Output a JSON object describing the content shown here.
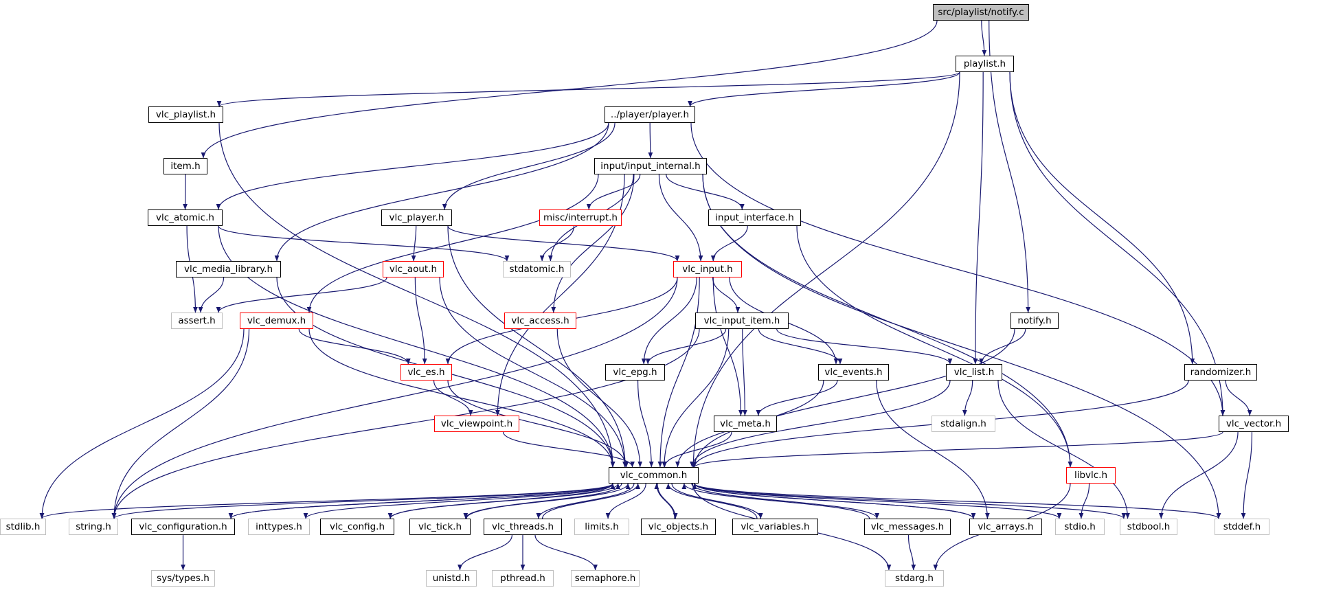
{
  "colors": {
    "edge": "#191970",
    "box_border": "#000000",
    "missing_border": "#ff0000",
    "system_border": "#bfbfbf",
    "root_fill": "#bfbfbf"
  },
  "nodes": [
    {
      "id": "root",
      "label": "src/playlist/notify.c",
      "kind": "root"
    },
    {
      "id": "playlist_h",
      "label": "playlist.h",
      "kind": "black"
    },
    {
      "id": "vlc_playlist_h",
      "label": "vlc_playlist.h",
      "kind": "black"
    },
    {
      "id": "player_h",
      "label": "../player/player.h",
      "kind": "black"
    },
    {
      "id": "item_h",
      "label": "item.h",
      "kind": "black"
    },
    {
      "id": "input_internal_h",
      "label": "input/input_internal.h",
      "kind": "black"
    },
    {
      "id": "vlc_atomic_h",
      "label": "vlc_atomic.h",
      "kind": "black"
    },
    {
      "id": "vlc_player_h",
      "label": "vlc_player.h",
      "kind": "black"
    },
    {
      "id": "misc_interrupt_h",
      "label": "misc/interrupt.h",
      "kind": "red"
    },
    {
      "id": "input_interface_h",
      "label": "input_interface.h",
      "kind": "black"
    },
    {
      "id": "vlc_media_library_h",
      "label": "vlc_media_library.h",
      "kind": "black"
    },
    {
      "id": "vlc_aout_h",
      "label": "vlc_aout.h",
      "kind": "red"
    },
    {
      "id": "stdatomic_h",
      "label": "stdatomic.h",
      "kind": "gray"
    },
    {
      "id": "vlc_input_h",
      "label": "vlc_input.h",
      "kind": "red"
    },
    {
      "id": "assert_h",
      "label": "assert.h",
      "kind": "gray"
    },
    {
      "id": "vlc_demux_h",
      "label": "vlc_demux.h",
      "kind": "red"
    },
    {
      "id": "vlc_access_h",
      "label": "vlc_access.h",
      "kind": "red"
    },
    {
      "id": "vlc_input_item_h",
      "label": "vlc_input_item.h",
      "kind": "black"
    },
    {
      "id": "notify_h",
      "label": "notify.h",
      "kind": "black"
    },
    {
      "id": "vlc_es_h",
      "label": "vlc_es.h",
      "kind": "red"
    },
    {
      "id": "vlc_epg_h",
      "label": "vlc_epg.h",
      "kind": "black"
    },
    {
      "id": "vlc_events_h",
      "label": "vlc_events.h",
      "kind": "black"
    },
    {
      "id": "vlc_list_h",
      "label": "vlc_list.h",
      "kind": "black"
    },
    {
      "id": "randomizer_h",
      "label": "randomizer.h",
      "kind": "black"
    },
    {
      "id": "vlc_viewpoint_h",
      "label": "vlc_viewpoint.h",
      "kind": "red"
    },
    {
      "id": "vlc_meta_h",
      "label": "vlc_meta.h",
      "kind": "black"
    },
    {
      "id": "stdalign_h",
      "label": "stdalign.h",
      "kind": "gray"
    },
    {
      "id": "vlc_vector_h",
      "label": "vlc_vector.h",
      "kind": "black"
    },
    {
      "id": "vlc_common_h",
      "label": "vlc_common.h",
      "kind": "black"
    },
    {
      "id": "libvlc_h",
      "label": "libvlc.h",
      "kind": "red"
    },
    {
      "id": "stdlib_h",
      "label": "stdlib.h",
      "kind": "gray"
    },
    {
      "id": "string_h",
      "label": "string.h",
      "kind": "gray"
    },
    {
      "id": "vlc_configuration_h",
      "label": "vlc_configuration.h",
      "kind": "black"
    },
    {
      "id": "inttypes_h",
      "label": "inttypes.h",
      "kind": "gray"
    },
    {
      "id": "vlc_config_h",
      "label": "vlc_config.h",
      "kind": "black"
    },
    {
      "id": "vlc_tick_h",
      "label": "vlc_tick.h",
      "kind": "black"
    },
    {
      "id": "vlc_threads_h",
      "label": "vlc_threads.h",
      "kind": "black"
    },
    {
      "id": "limits_h",
      "label": "limits.h",
      "kind": "gray"
    },
    {
      "id": "vlc_objects_h",
      "label": "vlc_objects.h",
      "kind": "black"
    },
    {
      "id": "vlc_variables_h",
      "label": "vlc_variables.h",
      "kind": "black"
    },
    {
      "id": "vlc_messages_h",
      "label": "vlc_messages.h",
      "kind": "black"
    },
    {
      "id": "vlc_arrays_h",
      "label": "vlc_arrays.h",
      "kind": "black"
    },
    {
      "id": "stdio_h",
      "label": "stdio.h",
      "kind": "gray"
    },
    {
      "id": "stdbool_h",
      "label": "stdbool.h",
      "kind": "gray"
    },
    {
      "id": "stddef_h",
      "label": "stddef.h",
      "kind": "gray"
    },
    {
      "id": "sys_types_h",
      "label": "sys/types.h",
      "kind": "gray"
    },
    {
      "id": "unistd_h",
      "label": "unistd.h",
      "kind": "gray"
    },
    {
      "id": "pthread_h",
      "label": "pthread.h",
      "kind": "gray"
    },
    {
      "id": "semaphore_h",
      "label": "semaphore.h",
      "kind": "gray"
    },
    {
      "id": "stdarg_h",
      "label": "stdarg.h",
      "kind": "gray"
    }
  ],
  "edges": [
    [
      "root",
      "playlist_h"
    ],
    [
      "root",
      "item_h"
    ],
    [
      "root",
      "notify_h"
    ],
    [
      "playlist_h",
      "vlc_playlist_h"
    ],
    [
      "playlist_h",
      "player_h"
    ],
    [
      "playlist_h",
      "vlc_list_h"
    ],
    [
      "playlist_h",
      "vlc_common_h"
    ],
    [
      "playlist_h",
      "randomizer_h"
    ],
    [
      "playlist_h",
      "vlc_vector_h"
    ],
    [
      "vlc_playlist_h",
      "vlc_common_h"
    ],
    [
      "player_h",
      "input_internal_h"
    ],
    [
      "player_h",
      "vlc_atomic_h"
    ],
    [
      "player_h",
      "vlc_player_h"
    ],
    [
      "player_h",
      "vlc_media_library_h"
    ],
    [
      "player_h",
      "vlc_vector_h"
    ],
    [
      "item_h",
      "vlc_atomic_h"
    ],
    [
      "input_internal_h",
      "misc_interrupt_h"
    ],
    [
      "input_internal_h",
      "input_interface_h"
    ],
    [
      "input_internal_h",
      "stdatomic_h"
    ],
    [
      "input_internal_h",
      "vlc_input_h"
    ],
    [
      "input_internal_h",
      "vlc_demux_h"
    ],
    [
      "input_internal_h",
      "vlc_access_h"
    ],
    [
      "input_internal_h",
      "vlc_viewpoint_h"
    ],
    [
      "input_internal_h",
      "libvlc_h"
    ],
    [
      "input_internal_h",
      "stddef_h"
    ],
    [
      "vlc_atomic_h",
      "stdatomic_h"
    ],
    [
      "vlc_atomic_h",
      "assert_h"
    ],
    [
      "vlc_atomic_h",
      "vlc_common_h"
    ],
    [
      "vlc_player_h",
      "vlc_aout_h"
    ],
    [
      "vlc_player_h",
      "vlc_input_h"
    ],
    [
      "vlc_player_h",
      "vlc_common_h"
    ],
    [
      "misc_interrupt_h",
      "stdatomic_h"
    ],
    [
      "input_interface_h",
      "vlc_input_h"
    ],
    [
      "input_interface_h",
      "libvlc_h"
    ],
    [
      "vlc_media_library_h",
      "assert_h"
    ],
    [
      "vlc_media_library_h",
      "vlc_common_h"
    ],
    [
      "vlc_aout_h",
      "assert_h"
    ],
    [
      "vlc_aout_h",
      "vlc_es_h"
    ],
    [
      "vlc_aout_h",
      "vlc_common_h"
    ],
    [
      "vlc_input_h",
      "vlc_input_item_h"
    ],
    [
      "vlc_input_h",
      "vlc_es_h"
    ],
    [
      "vlc_input_h",
      "vlc_epg_h"
    ],
    [
      "vlc_input_h",
      "vlc_events_h"
    ],
    [
      "vlc_input_h",
      "vlc_meta_h"
    ],
    [
      "vlc_input_h",
      "vlc_common_h"
    ],
    [
      "vlc_input_h",
      "string_h"
    ],
    [
      "vlc_demux_h",
      "vlc_es_h"
    ],
    [
      "vlc_demux_h",
      "vlc_common_h"
    ],
    [
      "vlc_demux_h",
      "stdlib_h"
    ],
    [
      "vlc_demux_h",
      "string_h"
    ],
    [
      "vlc_access_h",
      "vlc_common_h"
    ],
    [
      "vlc_input_item_h",
      "vlc_epg_h"
    ],
    [
      "vlc_input_item_h",
      "vlc_events_h"
    ],
    [
      "vlc_input_item_h",
      "vlc_list_h"
    ],
    [
      "vlc_input_item_h",
      "vlc_meta_h"
    ],
    [
      "vlc_input_item_h",
      "vlc_common_h"
    ],
    [
      "vlc_input_item_h",
      "string_h"
    ],
    [
      "notify_h",
      "vlc_list_h"
    ],
    [
      "notify_h",
      "vlc_common_h"
    ],
    [
      "vlc_es_h",
      "vlc_viewpoint_h"
    ],
    [
      "vlc_es_h",
      "vlc_common_h"
    ],
    [
      "vlc_epg_h",
      "vlc_common_h"
    ],
    [
      "vlc_events_h",
      "vlc_meta_h"
    ],
    [
      "vlc_events_h",
      "vlc_common_h"
    ],
    [
      "vlc_events_h",
      "vlc_arrays_h"
    ],
    [
      "vlc_list_h",
      "stdalign_h"
    ],
    [
      "vlc_list_h",
      "vlc_common_h"
    ],
    [
      "vlc_list_h",
      "stdbool_h"
    ],
    [
      "randomizer_h",
      "vlc_vector_h"
    ],
    [
      "randomizer_h",
      "vlc_common_h"
    ],
    [
      "vlc_viewpoint_h",
      "vlc_common_h"
    ],
    [
      "vlc_meta_h",
      "vlc_common_h"
    ],
    [
      "vlc_vector_h",
      "vlc_common_h"
    ],
    [
      "vlc_vector_h",
      "stdbool_h"
    ],
    [
      "vlc_vector_h",
      "stddef_h"
    ],
    [
      "libvlc_h",
      "stdio_h"
    ],
    [
      "libvlc_h",
      "stdarg_h"
    ],
    [
      "vlc_common_h",
      "stdlib_h"
    ],
    [
      "vlc_common_h",
      "string_h"
    ],
    [
      "vlc_common_h",
      "vlc_configuration_h"
    ],
    [
      "vlc_common_h",
      "inttypes_h"
    ],
    [
      "vlc_common_h",
      "vlc_config_h"
    ],
    [
      "vlc_common_h",
      "vlc_tick_h"
    ],
    [
      "vlc_common_h",
      "vlc_threads_h"
    ],
    [
      "vlc_common_h",
      "limits_h"
    ],
    [
      "vlc_common_h",
      "vlc_objects_h"
    ],
    [
      "vlc_common_h",
      "vlc_variables_h"
    ],
    [
      "vlc_common_h",
      "vlc_messages_h"
    ],
    [
      "vlc_common_h",
      "vlc_arrays_h"
    ],
    [
      "vlc_common_h",
      "stdio_h"
    ],
    [
      "vlc_common_h",
      "stdbool_h"
    ],
    [
      "vlc_common_h",
      "stddef_h"
    ],
    [
      "vlc_common_h",
      "stdarg_h"
    ],
    [
      "vlc_configuration_h",
      "vlc_common_h"
    ],
    [
      "vlc_configuration_h",
      "sys_types_h"
    ],
    [
      "vlc_config_h",
      "vlc_common_h"
    ],
    [
      "vlc_tick_h",
      "vlc_common_h"
    ],
    [
      "vlc_threads_h",
      "vlc_common_h"
    ],
    [
      "vlc_threads_h",
      "unistd_h"
    ],
    [
      "vlc_threads_h",
      "pthread_h"
    ],
    [
      "vlc_threads_h",
      "semaphore_h"
    ],
    [
      "vlc_objects_h",
      "vlc_common_h"
    ],
    [
      "vlc_variables_h",
      "vlc_common_h"
    ],
    [
      "vlc_messages_h",
      "vlc_common_h"
    ],
    [
      "vlc_messages_h",
      "stdarg_h"
    ],
    [
      "vlc_arrays_h",
      "vlc_common_h"
    ]
  ]
}
